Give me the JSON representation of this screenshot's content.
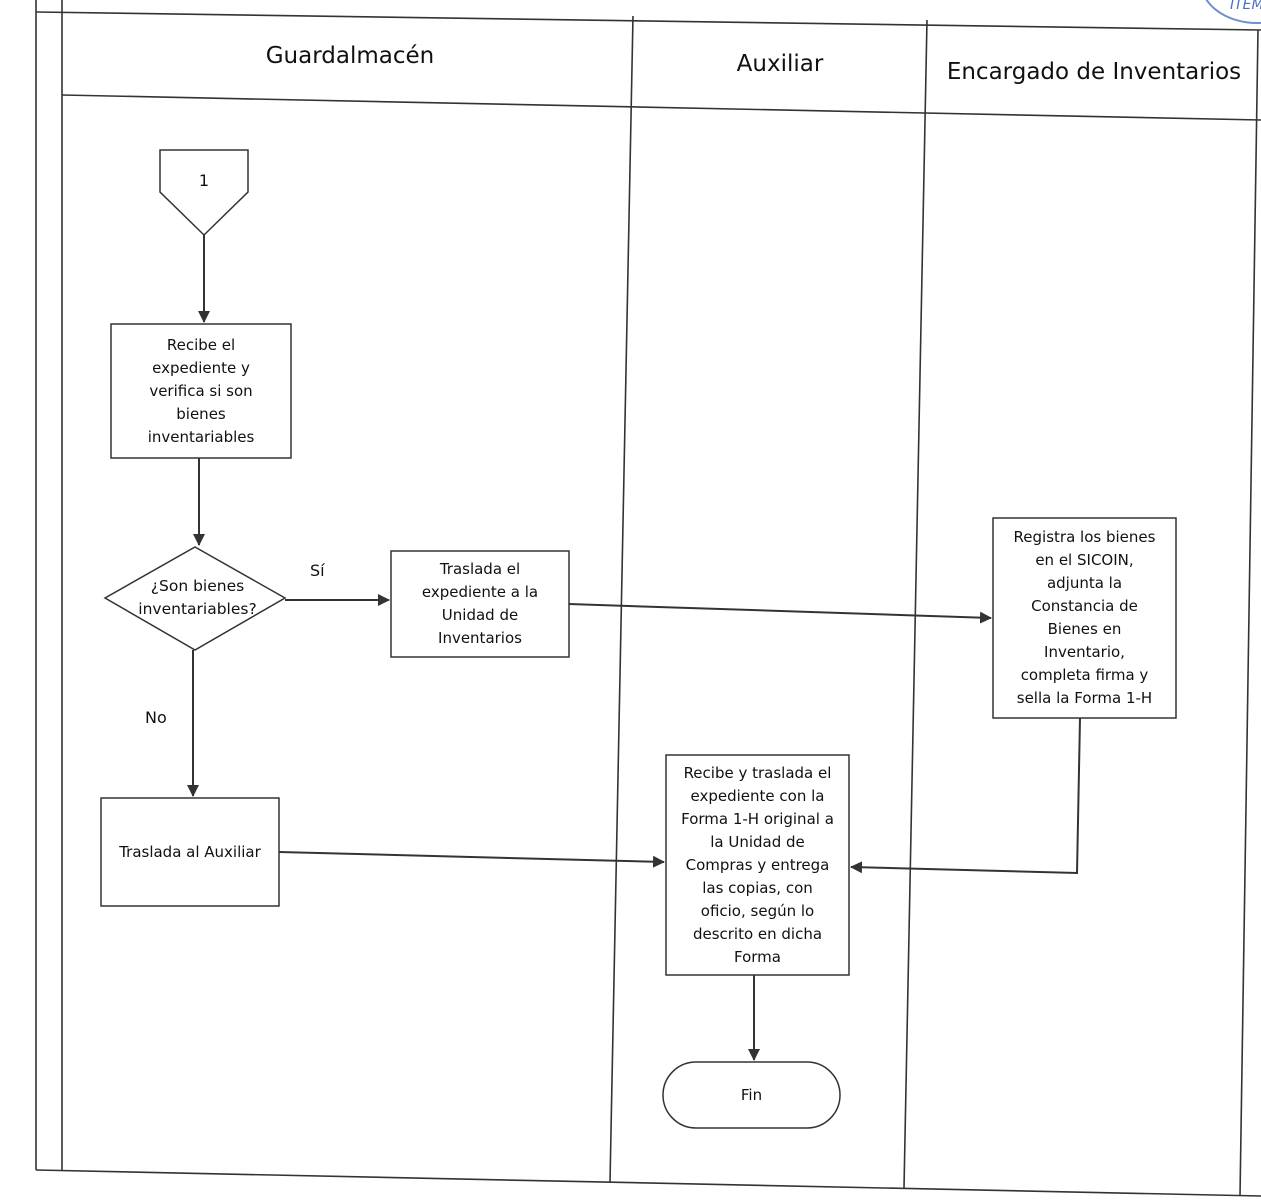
{
  "lanes": {
    "guardalmacen": "Guardalmacén",
    "auxiliar": "Auxiliar",
    "encargado": "Encargado de Inventarios"
  },
  "nodes": {
    "connector": "1",
    "recibe": "Recibe el\nexpediente y\nverifica si son\nbienes\ninventariables",
    "decision": "¿Son bienes\ninventariables?",
    "traslada_unidad": "Traslada el\nexpediente a la\nUnidad de\nInventarios",
    "registra": "Registra los bienes\nen el SICOIN,\nadjunta la\nConstancia de\nBienes en\nInventario,\ncompleta firma y\nsella la Forma 1-H",
    "traslada_auxiliar": "Traslada al Auxiliar",
    "recibe_traslada": "Recibe y traslada el\nexpediente con la\nForma 1-H original a\nla Unidad de\nCompras y entrega\nlas copias, con\noficio, según lo\ndescrito en dicha\nForma",
    "fin": "Fin"
  },
  "edges": {
    "yes": "Sí",
    "no": "No"
  },
  "stamp": "ITEM",
  "colors": {
    "line": "#333333",
    "stamp": "#4d6fc0"
  }
}
